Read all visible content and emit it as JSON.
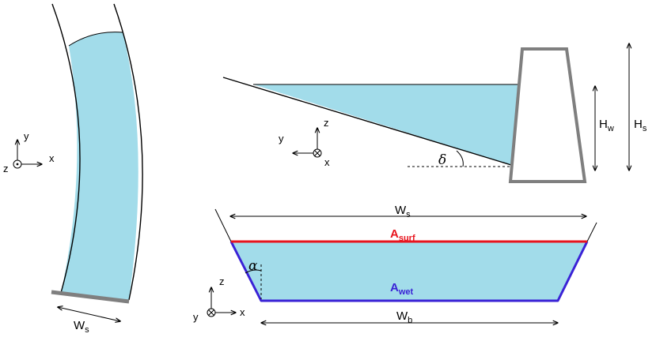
{
  "colors": {
    "water": "#A2DCEA",
    "outline": "#000000",
    "wall": "#7F7F7F",
    "surface_line": "#E8141E",
    "wetted_line": "#3A22D6"
  },
  "plan_view": {
    "width_label": "W",
    "width_label_sub": "s",
    "axes": {
      "y": "y",
      "x": "x",
      "z": "z"
    }
  },
  "profile_view": {
    "angle_label": "δ",
    "water_height_label": "H",
    "water_height_sub": "w",
    "structure_height_label": "H",
    "structure_height_sub": "s",
    "axes": {
      "z": "z",
      "y": "y",
      "x": "x"
    }
  },
  "cross_section": {
    "top_width_label": "W",
    "top_width_sub": "s",
    "surface_label": "A",
    "surface_sub": "surf",
    "wetted_label": "A",
    "wetted_sub": "wet",
    "angle_label": "α",
    "bottom_width_label": "W",
    "bottom_width_sub": "b",
    "axes": {
      "z": "z",
      "y": "y",
      "x": "x"
    }
  }
}
